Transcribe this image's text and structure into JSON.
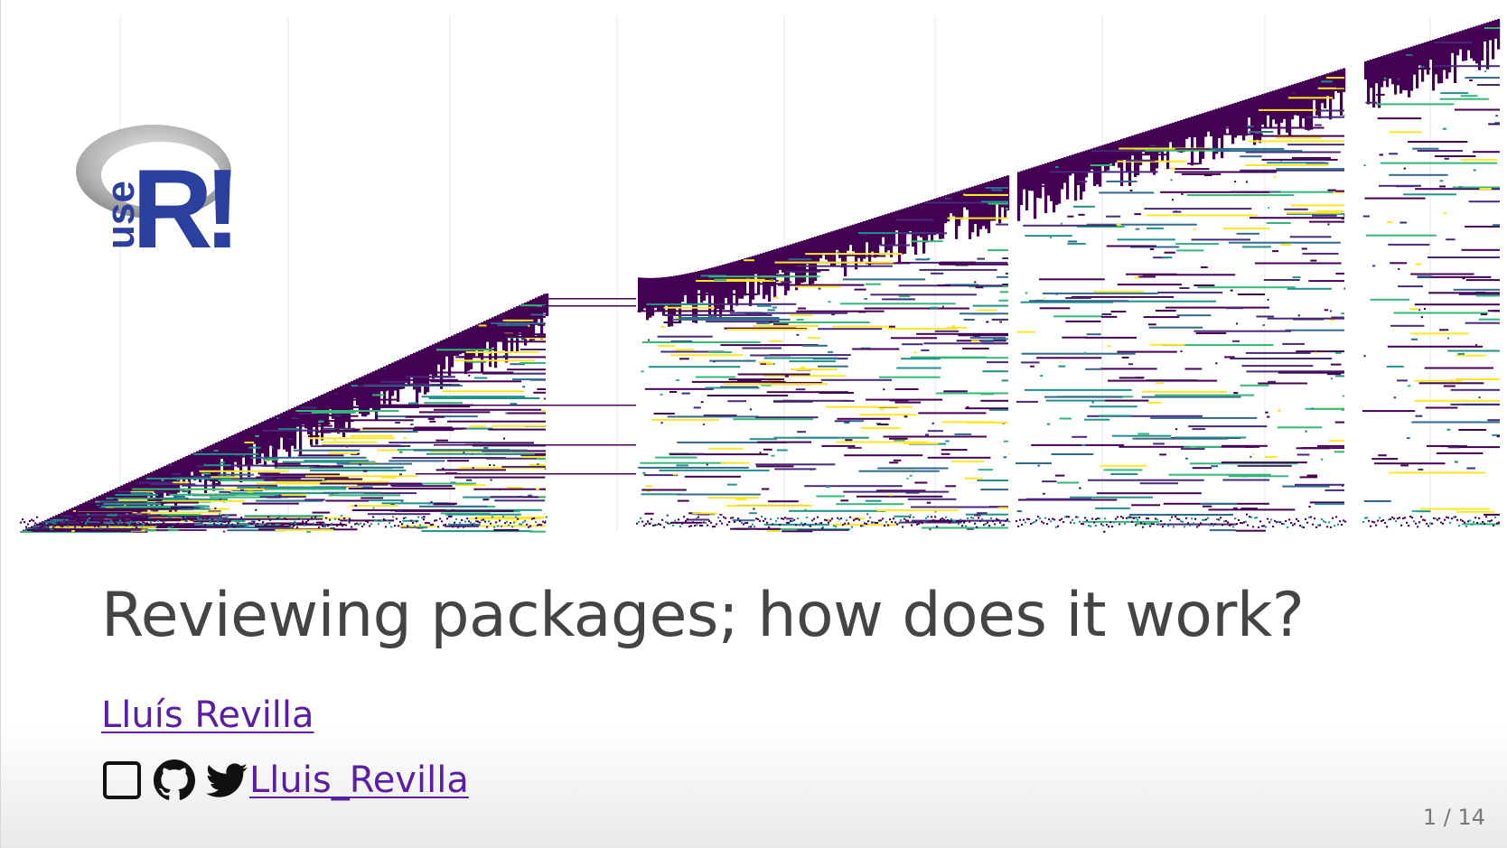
{
  "slide": {
    "title": "Reviewing packages; how does it work?",
    "author": "Lluís Revilla",
    "handle": "Lluis_Revilla",
    "counter": "1 / 14"
  },
  "logo": {
    "text_use": "use",
    "text_r": "R!"
  },
  "social_icons": [
    "checkbox-icon",
    "github-icon",
    "twitter-icon"
  ],
  "colors": {
    "title": "#444444",
    "link": "#5b1da3",
    "counter": "#777777",
    "r_blue": "#2a3f9e",
    "ring_gray": "#a8a8a8",
    "viridis_dark": "#440154",
    "viridis_purple": "#482878",
    "viridis_blue": "#31688e",
    "viridis_teal": "#21918c",
    "viridis_green": "#35b779",
    "viridis_yellow": "#fde725"
  }
}
